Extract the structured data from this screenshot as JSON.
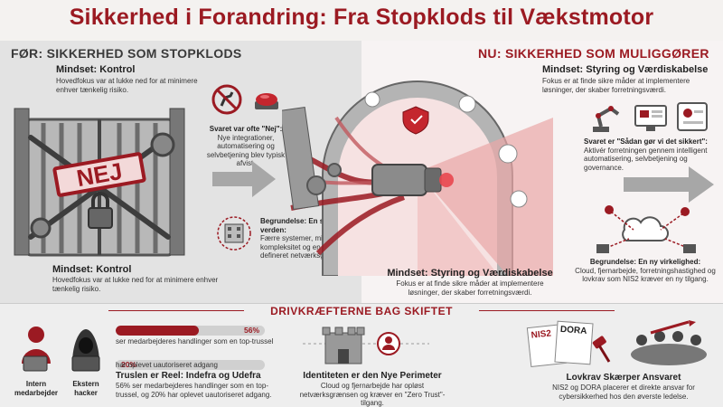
{
  "title": "Sikkerhed i Forandring: Fra Stopklods til Vækstmotor",
  "before": {
    "heading": "FØR: SIKKERHED SOM STOPKLODS",
    "mindset_top": {
      "title": "Mindset: Kontrol",
      "text": "Hovedfokus var at lukke ned for at minimere enhver tænkelig risiko."
    },
    "gate_sign": "NEJ",
    "answer": {
      "title": "Svaret var ofte \"Nej\":",
      "text": "Nye integrationer, automatisering og selvbetjening blev typisk afvist."
    },
    "reason": {
      "title": "Begrundelse: En simpel verden:",
      "text": "Færre systemer, mindre kompleksitet og en klart defineret netværksgrænse."
    },
    "mindset_bottom": {
      "title": "Mindset: Kontrol",
      "text": "Hovedfokus var at lukke ned for at minimere enhver tænkelig risiko."
    }
  },
  "now": {
    "heading": "NU: SIKKERHED SOM MULIGGØRER",
    "mindset_top": {
      "title": "Mindset: Styring og Værdiskabelse",
      "text": "Fokus er at finde sikre måder at implementere løsninger, der skaber forretningsværdi."
    },
    "answer": {
      "title": "Svaret er \"Sådan gør vi det sikkert\":",
      "text": "Aktivér forretningen gennem intelligent automatisering, selvbetjening og governance."
    },
    "reason": {
      "title": "Begrundelse: En ny virkelighed:",
      "text": "Cloud, fjernarbejde, forretningshastighed og lovkrav som NIS2 kræver en ny tilgang."
    },
    "mindset_bottom": {
      "title": "Mindset: Styring og Værdiskabelse",
      "text": "Fokus er at finde sikre måder at implementere løsninger, der skaber forretningsværdi."
    }
  },
  "drivers": {
    "heading": "DRIVKRÆFTERNE BAG SKIFTET",
    "insider_label": "Intern medarbejder",
    "hacker_label": "Ekstern hacker",
    "stat1": {
      "value": "56%",
      "fraction": 0.56,
      "text": "ser medarbejderes handlinger som en top-trussel"
    },
    "stat2": {
      "value": "20%",
      "fraction": 0.2,
      "text": "har oplevet uautoriseret adgang"
    },
    "threat": {
      "title": "Truslen er Reel: Indefra og Udefra",
      "text": "56% ser medarbejderes handlinger som en top-trussel, og 20% har oplevet uautoriseret adgang."
    },
    "identity": {
      "title": "Identiteten er den Nye Perimeter",
      "text": "Cloud og fjernarbejde har opløst netværksgrænsen og kræver en \"Zero Trust\"-tilgang."
    },
    "doc1": "NIS2",
    "doc2": "DORA",
    "law": {
      "title": "Lovkrav Skærper Ansvaret",
      "text": "NIS2 og DORA placerer et direkte ansvar for cybersikkerhed hos den øverste ledelse."
    }
  },
  "colors": {
    "accent": "#9b1a22",
    "panel_left": "#e3e3e3",
    "panel_right": "#f7f3f3"
  }
}
